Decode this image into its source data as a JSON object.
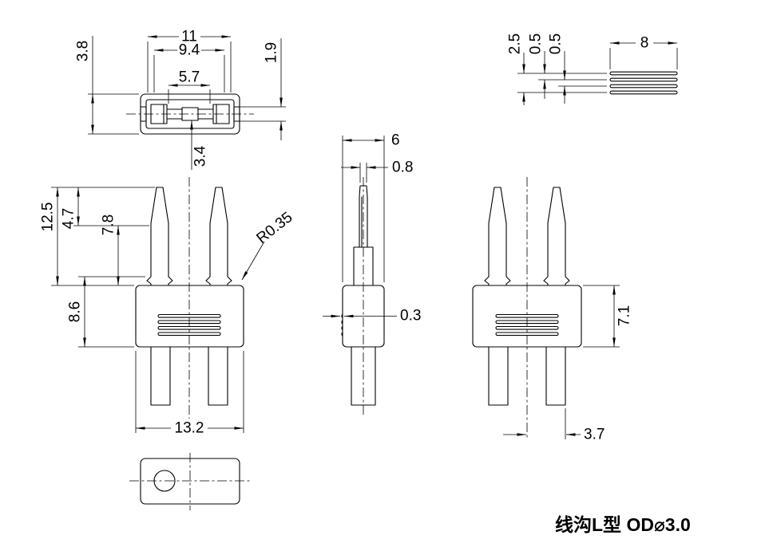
{
  "drawing": {
    "title": "线沟L型 OD⌀3.0",
    "top_view": {
      "width_outer": "11",
      "width_mid": "9.4",
      "width_slot": "5.7",
      "height": "3.8",
      "tab": "1.9",
      "depth": "3.4"
    },
    "groove_detail": {
      "overall": "2.5",
      "pitch_a": "0.5",
      "pitch_b": "0.5",
      "length": "8"
    },
    "front_view": {
      "pin_length": "12.5",
      "pin_tip": "4.7",
      "pin_shank": "7.8",
      "body_height": "8.6",
      "corner_radius": "R0.35",
      "body_width": "13.2"
    },
    "side_view": {
      "body_depth": "6",
      "pin_thickness": "0.8",
      "groove_depth": "0.3"
    },
    "right_view": {
      "body_height": "7.1",
      "leg_offset": "3.7"
    }
  }
}
